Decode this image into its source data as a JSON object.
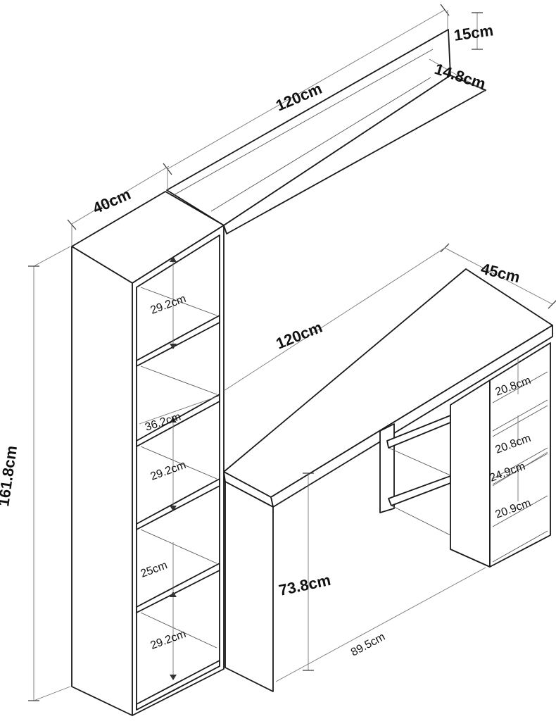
{
  "colors": {
    "line": "#1a1a1a",
    "dimension": "#777777",
    "background": "#ffffff"
  },
  "dimensions": {
    "wall_shelf_height": "15cm",
    "wall_shelf_depth": "14.8cm",
    "wall_shelf_width": "120cm",
    "bookcase_width": "40cm",
    "bookcase_height": "161.8cm",
    "desk_depth": "45cm",
    "desk_width": "120cm",
    "desk_height": "73.8cm",
    "desk_leg_clearance": "89.5cm",
    "bookcase_inner_width": "36.2cm",
    "bookcase_compartment_1": "29.2cm",
    "bookcase_compartment_2": "29.2cm",
    "bookcase_compartment_3": "25cm",
    "bookcase_compartment_4": "29.2cm",
    "desk_shelf_1": "20.8cm",
    "desk_shelf_2": "20.8cm",
    "desk_shelf_depth": "24.9cm",
    "desk_shelf_3": "20.9cm"
  }
}
